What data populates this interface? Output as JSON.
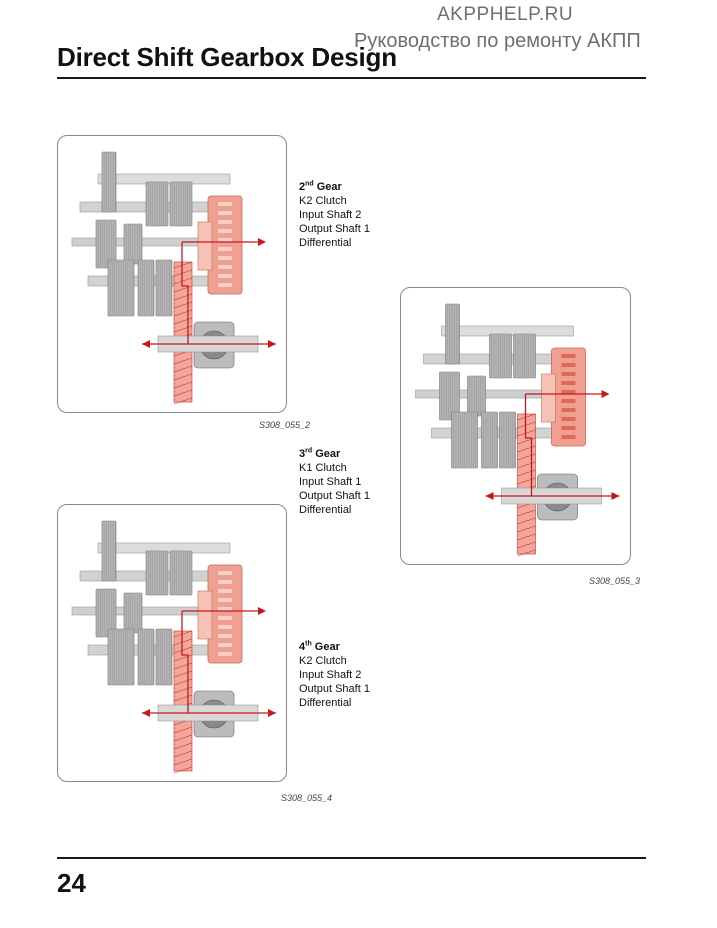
{
  "watermark": {
    "site": "AKPPHELP.RU",
    "subtitle": "Руководство по ремонту АКПП"
  },
  "header": {
    "title": "Direct Shift Gearbox Design"
  },
  "figures": [
    {
      "code": "S308_055_2",
      "gear_number": "2",
      "gear_suffix": "nd",
      "gear_word": "Gear",
      "lines": [
        "K2 Clutch",
        "Input Shaft 2",
        "Output Shaft 1",
        "Differential"
      ]
    },
    {
      "code": "S308_055_3",
      "gear_number": "3",
      "gear_suffix": "rd",
      "gear_word": "Gear",
      "lines": [
        "K1 Clutch",
        "Input Shaft 1",
        "Output Shaft 1",
        "Differential"
      ]
    },
    {
      "code": "S308_055_4",
      "gear_number": "4",
      "gear_suffix": "th",
      "gear_word": "Gear",
      "lines": [
        "K2 Clutch",
        "Input Shaft 2",
        "Output Shaft 1",
        "Differential"
      ]
    }
  ],
  "footer": {
    "page_number": "24"
  },
  "colors": {
    "flow": "#c8181e",
    "clutch": "#f0a090",
    "gear_gray": "#b4b4b4"
  }
}
